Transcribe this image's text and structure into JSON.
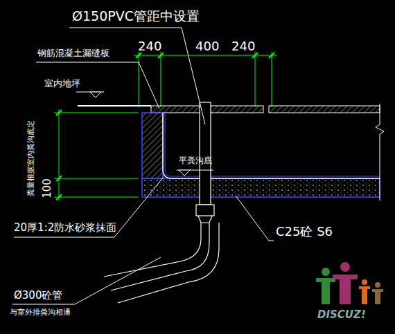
{
  "diagram": {
    "labels": [
      "Ø150PVC管距中设置",
      "240",
      "400",
      "240",
      "钢筋混凝土漏缝板",
      "室内地坪",
      "平粪沟底",
      "粪量根据室内粪沟底定",
      "100",
      "20厚1:2防水砂浆抹面",
      "C25砼 S6",
      "Ø300砼管",
      "与室外排粪沟相通",
      "DISCUZ!"
    ]
  }
}
